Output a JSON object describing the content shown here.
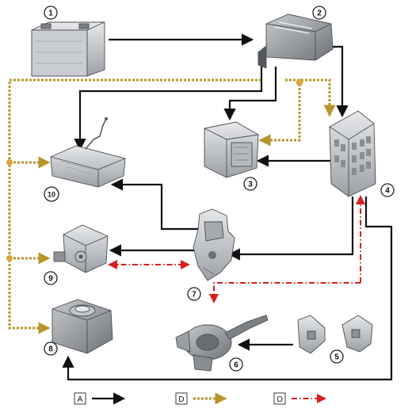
{
  "components": [
    {
      "id": "battery",
      "number": "1"
    },
    {
      "id": "power-module",
      "number": "2"
    },
    {
      "id": "control-module",
      "number": "3"
    },
    {
      "id": "fuse-box",
      "number": "4"
    },
    {
      "id": "paddle-shifters",
      "number": "5"
    },
    {
      "id": "steering-column-switch",
      "number": "6"
    },
    {
      "id": "clockspring-module",
      "number": "7"
    },
    {
      "id": "selector-module",
      "number": "8"
    },
    {
      "id": "actuator",
      "number": "9"
    },
    {
      "id": "cooling-module",
      "number": "10"
    }
  ],
  "legend": [
    {
      "key": "A",
      "style": "solid-black-arrow",
      "color": "#111111"
    },
    {
      "key": "D",
      "style": "dashed-gold-arrow",
      "color": "#b8942e"
    },
    {
      "key": "O",
      "style": "dash-dot-red-arrow",
      "color": "#d62020"
    }
  ]
}
